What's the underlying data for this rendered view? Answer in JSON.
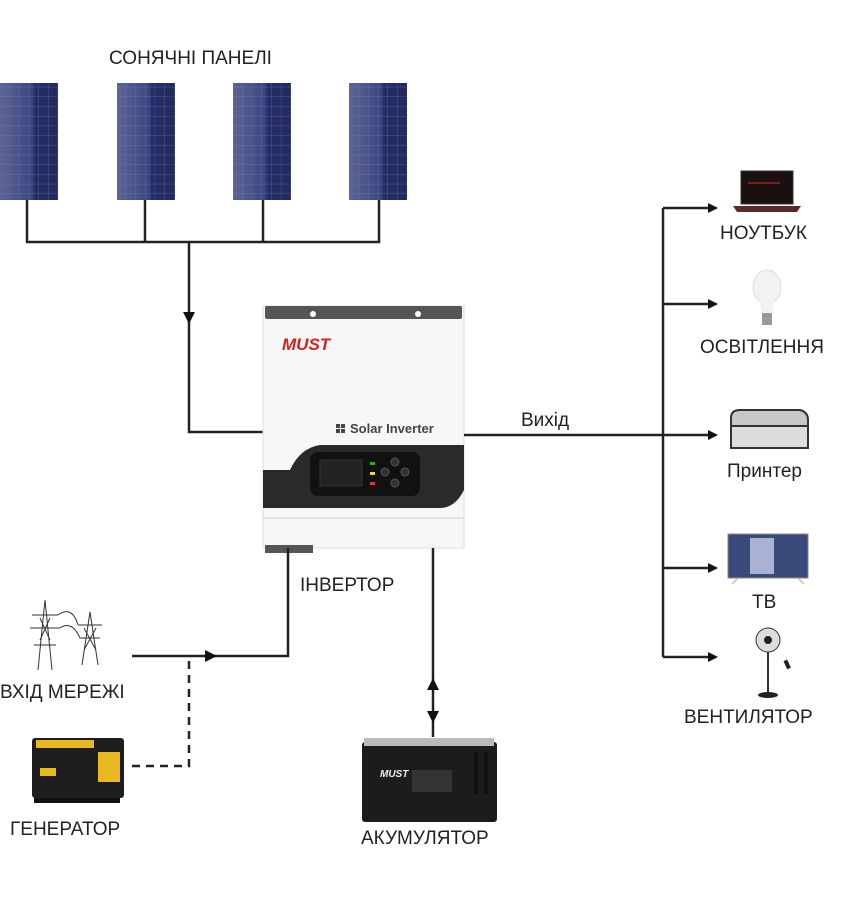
{
  "labels": {
    "solar_panels": "СОНЯЧНІ ПАНЕЛІ",
    "inverter": "ІНВЕРТОР",
    "output": "Вихід",
    "grid_input": "ВХІД МЕРЕЖІ",
    "generator": "ГЕНЕРАТОР",
    "battery": "АКУМУЛЯТОР"
  },
  "inverter": {
    "brand": "MUST",
    "model_text": "Solar Inverter"
  },
  "battery": {
    "brand": "MUST"
  },
  "loads": [
    {
      "label": "НОУТБУК",
      "icon": "laptop-icon"
    },
    {
      "label": "ОСВІТЛЕННЯ",
      "icon": "light-bulb-icon"
    },
    {
      "label": "Принтер",
      "icon": "printer-icon"
    },
    {
      "label": "ТВ",
      "icon": "tv-icon"
    },
    {
      "label": "ВЕНТИЛЯТОР",
      "icon": "fan-icon"
    }
  ],
  "colors": {
    "panel": "#2b3370",
    "line": "#222222",
    "brand_red": "#d42020",
    "generator_yellow": "#e8b820"
  }
}
